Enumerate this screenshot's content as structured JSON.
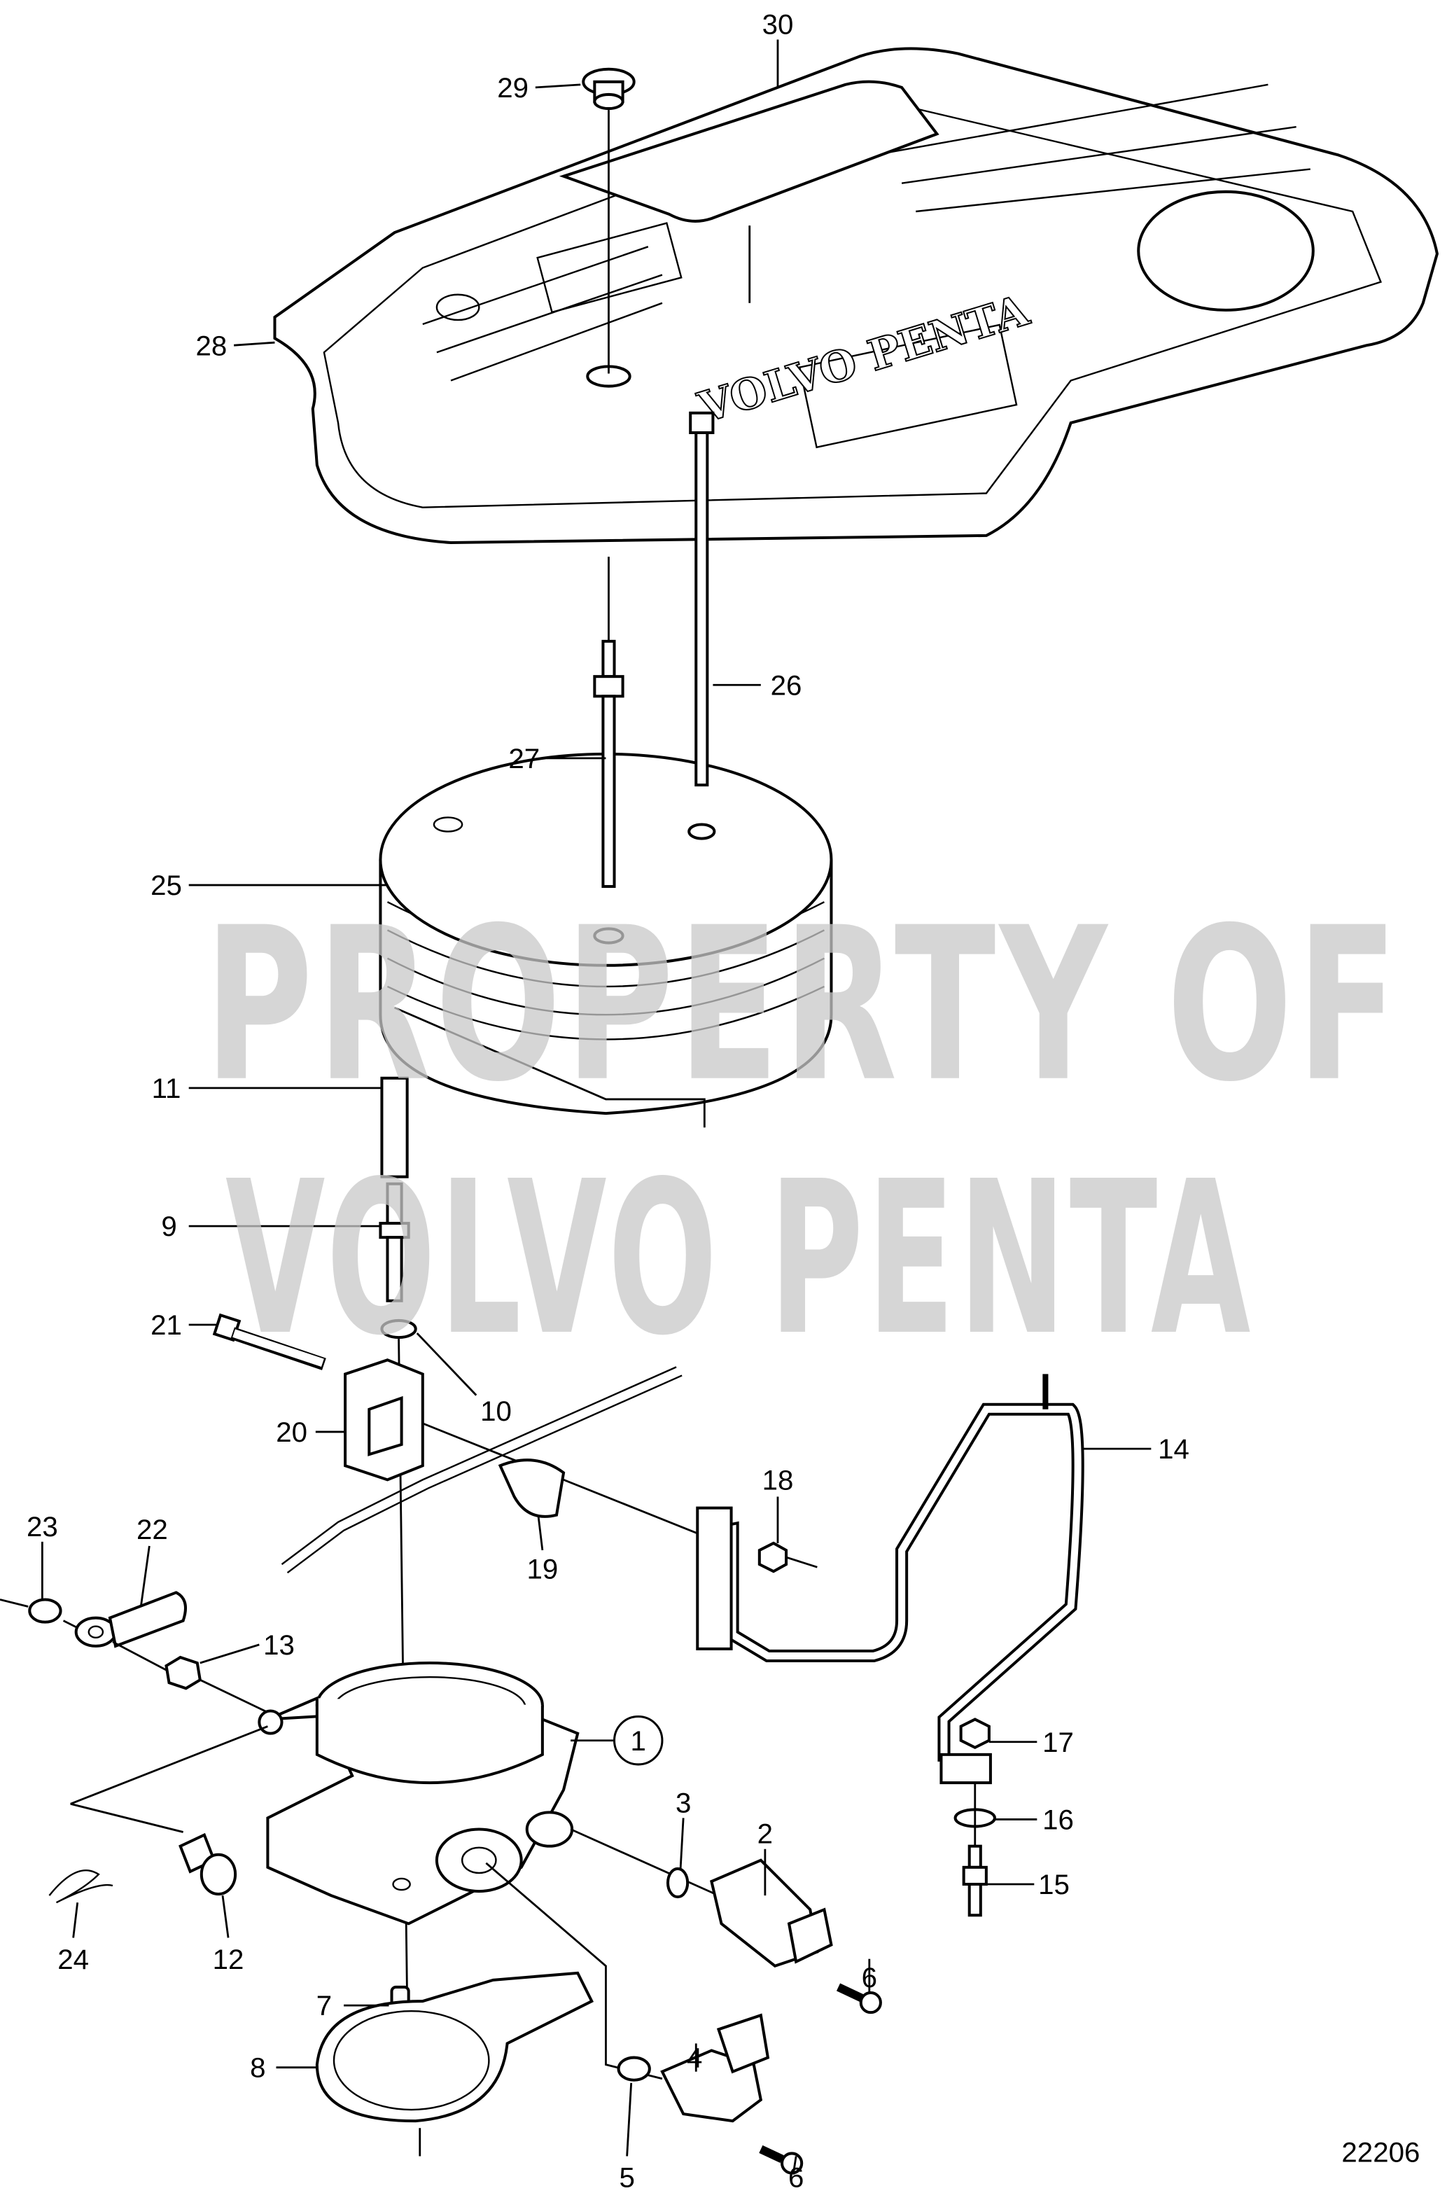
{
  "diagram": {
    "watermark": [
      "PROPERTY OF",
      "VOLVO PENTA"
    ],
    "cover_logo": "VOLVO PENTA",
    "drawing_number": "22206",
    "callouts": {
      "p1": "1",
      "p2": "2",
      "p3": "3",
      "p4": "4",
      "p5": "5",
      "p6a": "6",
      "p6b": "6",
      "p7": "7",
      "p8": "8",
      "p9": "9",
      "p10": "10",
      "p11": "11",
      "p12": "12",
      "p13": "13",
      "p14": "14",
      "p15": "15",
      "p16": "16",
      "p17": "17",
      "p18": "18",
      "p19": "19",
      "p20": "20",
      "p21": "21",
      "p22": "22",
      "p23": "23",
      "p24": "24",
      "p25": "25",
      "p26": "26",
      "p27": "27",
      "p28": "28",
      "p29": "29",
      "p30": "30"
    }
  }
}
